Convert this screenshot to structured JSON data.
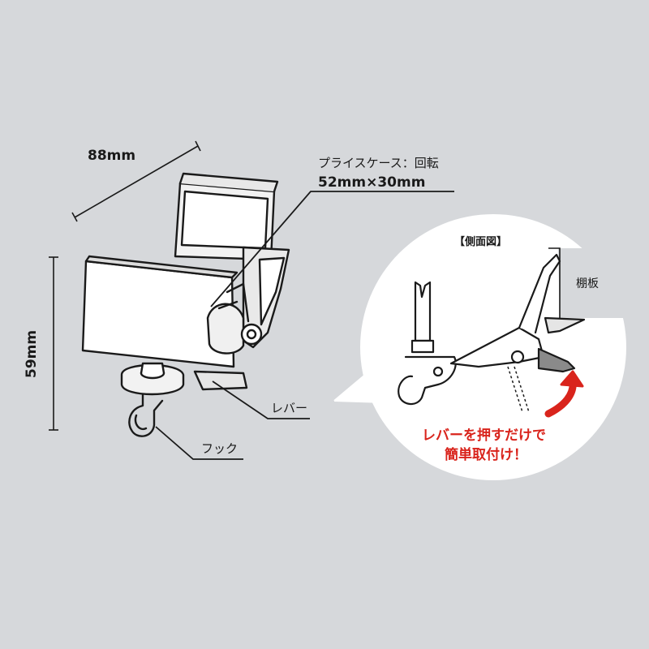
{
  "dimensions": {
    "width": "88mm",
    "height": "59mm"
  },
  "labels": {
    "price_case_line1": "プライスケース：回転",
    "price_case_line2": "52mm×30mm",
    "lever": "レバー",
    "hook": "フック"
  },
  "side_view": {
    "title": "【側面図】",
    "shelf": "棚板",
    "callout_line1": "レバーを押すだけで",
    "callout_line2": "簡単取付け！"
  },
  "colors": {
    "background": "#d6d8db",
    "line": "#1a1a1a",
    "accent": "#d9241c",
    "white": "#ffffff"
  }
}
